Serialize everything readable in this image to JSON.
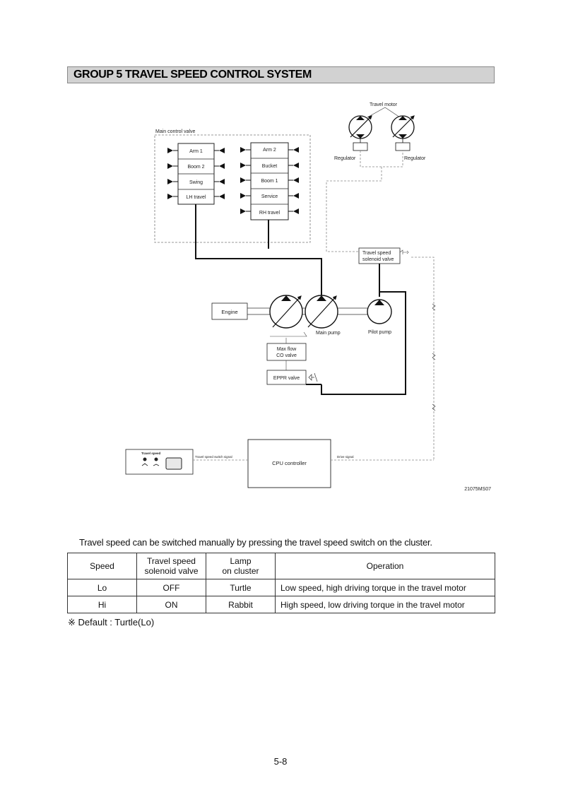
{
  "header": {
    "title": "GROUP  5  TRAVEL SPEED CONTROL SYSTEM"
  },
  "diagram": {
    "main_control_valve_label": "Main control valve",
    "spools_left": [
      "Arm 1",
      "Boom 2",
      "Swing",
      "LH travel"
    ],
    "spools_right": [
      "Arm 2",
      "Bucket",
      "Boom 1",
      "Service",
      "RH travel"
    ],
    "travel_motor_label": "Travel motor",
    "regulator_label": "Regulator",
    "solenoid_label_line1": "Travel speed",
    "solenoid_label_line2": "solenoid valve",
    "engine_label": "Engine",
    "main_pump_label": "Main pump",
    "pilot_pump_label": "Pilot pump",
    "max_flow_line1": "Max flow",
    "max_flow_line2": "CO valve",
    "eppr_label": "EPPR valve",
    "cpu_label": "CPU controller",
    "switch_panel_title": "Travel speed",
    "switch_signal_label": "Travel speed switch signal",
    "drive_signal_label": "Drive signal",
    "figure_id": "21075MS07"
  },
  "intro": "Travel speed can be switched manually by pressing the travel speed switch on the cluster.",
  "table": {
    "headers": {
      "speed": "Speed",
      "solenoid_line1": "Travel speed",
      "solenoid_line2": "solenoid valve",
      "lamp_line1": "Lamp",
      "lamp_line2": "on cluster",
      "operation": "Operation"
    },
    "rows": [
      {
        "speed": "Lo",
        "solenoid": "OFF",
        "lamp": "Turtle",
        "operation": "Low speed, high driving torque in the travel motor"
      },
      {
        "speed": "Hi",
        "solenoid": "ON",
        "lamp": "Rabbit",
        "operation": "High speed, low driving torque in the travel motor"
      }
    ]
  },
  "note": "※ Default : Turtle(Lo)",
  "page_number": "5-8"
}
